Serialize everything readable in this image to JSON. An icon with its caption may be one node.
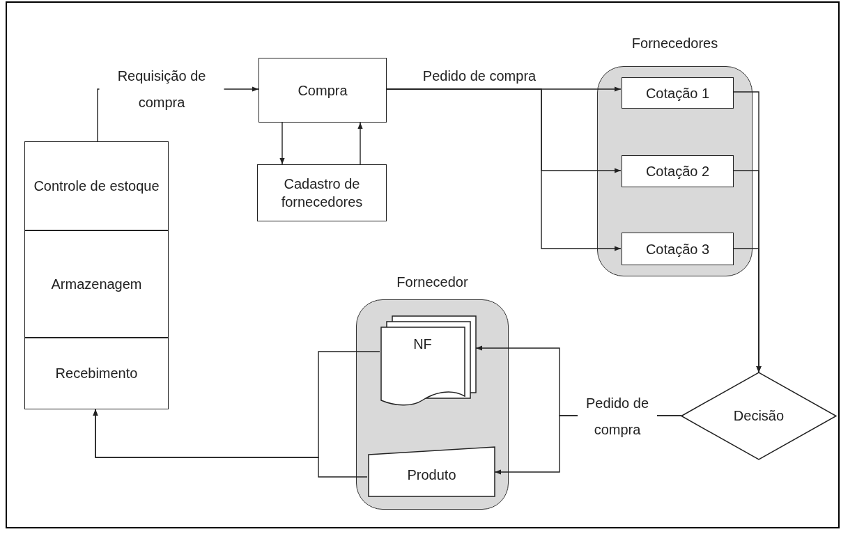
{
  "diagram": {
    "nodes": [
      {
        "text": [
          "Controle de estoque"
        ]
      },
      {
        "text": [
          "Armazenagem"
        ]
      },
      {
        "text": [
          "Recebimento"
        ]
      },
      {
        "text": [
          "Compra"
        ]
      },
      {
        "text": [
          "Cadastro de fornecedores"
        ]
      },
      {
        "text": [
          "Fornecedores"
        ]
      },
      {
        "text": [
          "Cotação 1"
        ],
        "in": 5
      },
      {
        "text": [
          "Cotação 2"
        ],
        "in": 5
      },
      {
        "text": [
          "Cotação 3"
        ],
        "in": 5
      },
      {
        "text": [
          "Decisão"
        ]
      },
      {
        "text": [
          "Fornecedor"
        ]
      },
      {
        "text": [
          "NF"
        ],
        "in": 10
      },
      {
        "text": [
          "Produto"
        ],
        "in": 10
      }
    ],
    "edges": [
      {
        "from": 0,
        "to": 3,
        "arrow": "to",
        "label": "Requisição de compra"
      },
      {
        "from": 3,
        "to": 4,
        "arrow": "to"
      },
      {
        "from": 4,
        "to": 3,
        "arrow": "to"
      },
      {
        "from": 3,
        "to": 6,
        "arrow": "to",
        "label": "Pedido de compra"
      },
      {
        "from": 3,
        "to": 7,
        "arrow": "to"
      },
      {
        "from": 3,
        "to": 8,
        "arrow": "to"
      },
      {
        "from": 6,
        "to": 9,
        "arrow": "to"
      },
      {
        "from": 7,
        "to": 9,
        "arrow": "to"
      },
      {
        "from": 8,
        "to": 9,
        "arrow": "to"
      },
      {
        "from": 9,
        "to": 11,
        "arrow": "to",
        "label": "Pedido de compra"
      },
      {
        "from": 9,
        "to": 12,
        "arrow": "to"
      },
      {
        "from": 11,
        "to": 2,
        "arrow": "to"
      },
      {
        "from": 12,
        "to": 2,
        "arrow": "to"
      }
    ]
  }
}
